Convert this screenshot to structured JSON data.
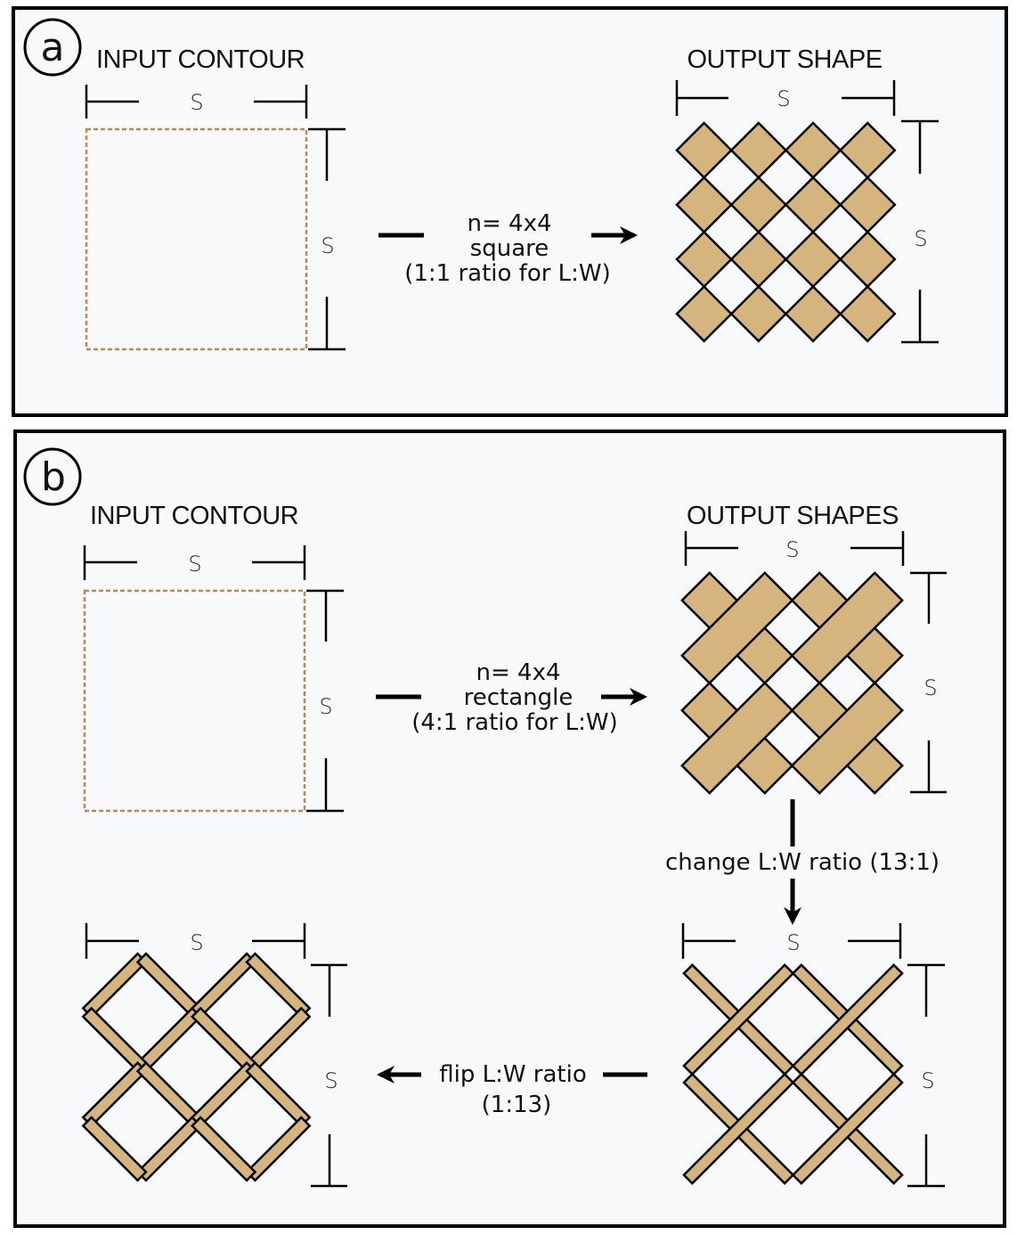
{
  "colors": {
    "background": "#f8f9fb",
    "tile_fill": "#d6b47e",
    "contour_dash": "#b88a4e",
    "stroke": "#000000"
  },
  "panels": [
    {
      "id": "a",
      "badge": "a",
      "input_title": "INPUT CONTOUR",
      "output_title": "OUTPUT SHAPE",
      "dimension_label": "S",
      "process": {
        "line1": "n= 4x4",
        "line2": "square",
        "line3": "(1:1 ratio for L:W)"
      },
      "output": {
        "grid": [
          4,
          4
        ],
        "tile": "square",
        "length_to_width": 1
      }
    },
    {
      "id": "b",
      "badge": "b",
      "input_title": "INPUT CONTOUR",
      "output_title": "OUTPUT SHAPES",
      "dimension_label": "S",
      "process": {
        "line1": "n= 4x4",
        "line2": "rectangle",
        "line3": "(4:1 ratio for L:W)"
      },
      "output": {
        "grid": [
          4,
          4
        ],
        "tile": "rectangle",
        "length_to_width": 4
      },
      "step2": {
        "label": "change L:W ratio (13:1)",
        "output": {
          "tile": "rectangle",
          "length_to_width": 13
        }
      },
      "step3": {
        "line1": "flip L:W ratio",
        "line2": "(1:13)",
        "output": {
          "tile": "rectangle",
          "length_to_width": 0.0769
        }
      }
    }
  ]
}
